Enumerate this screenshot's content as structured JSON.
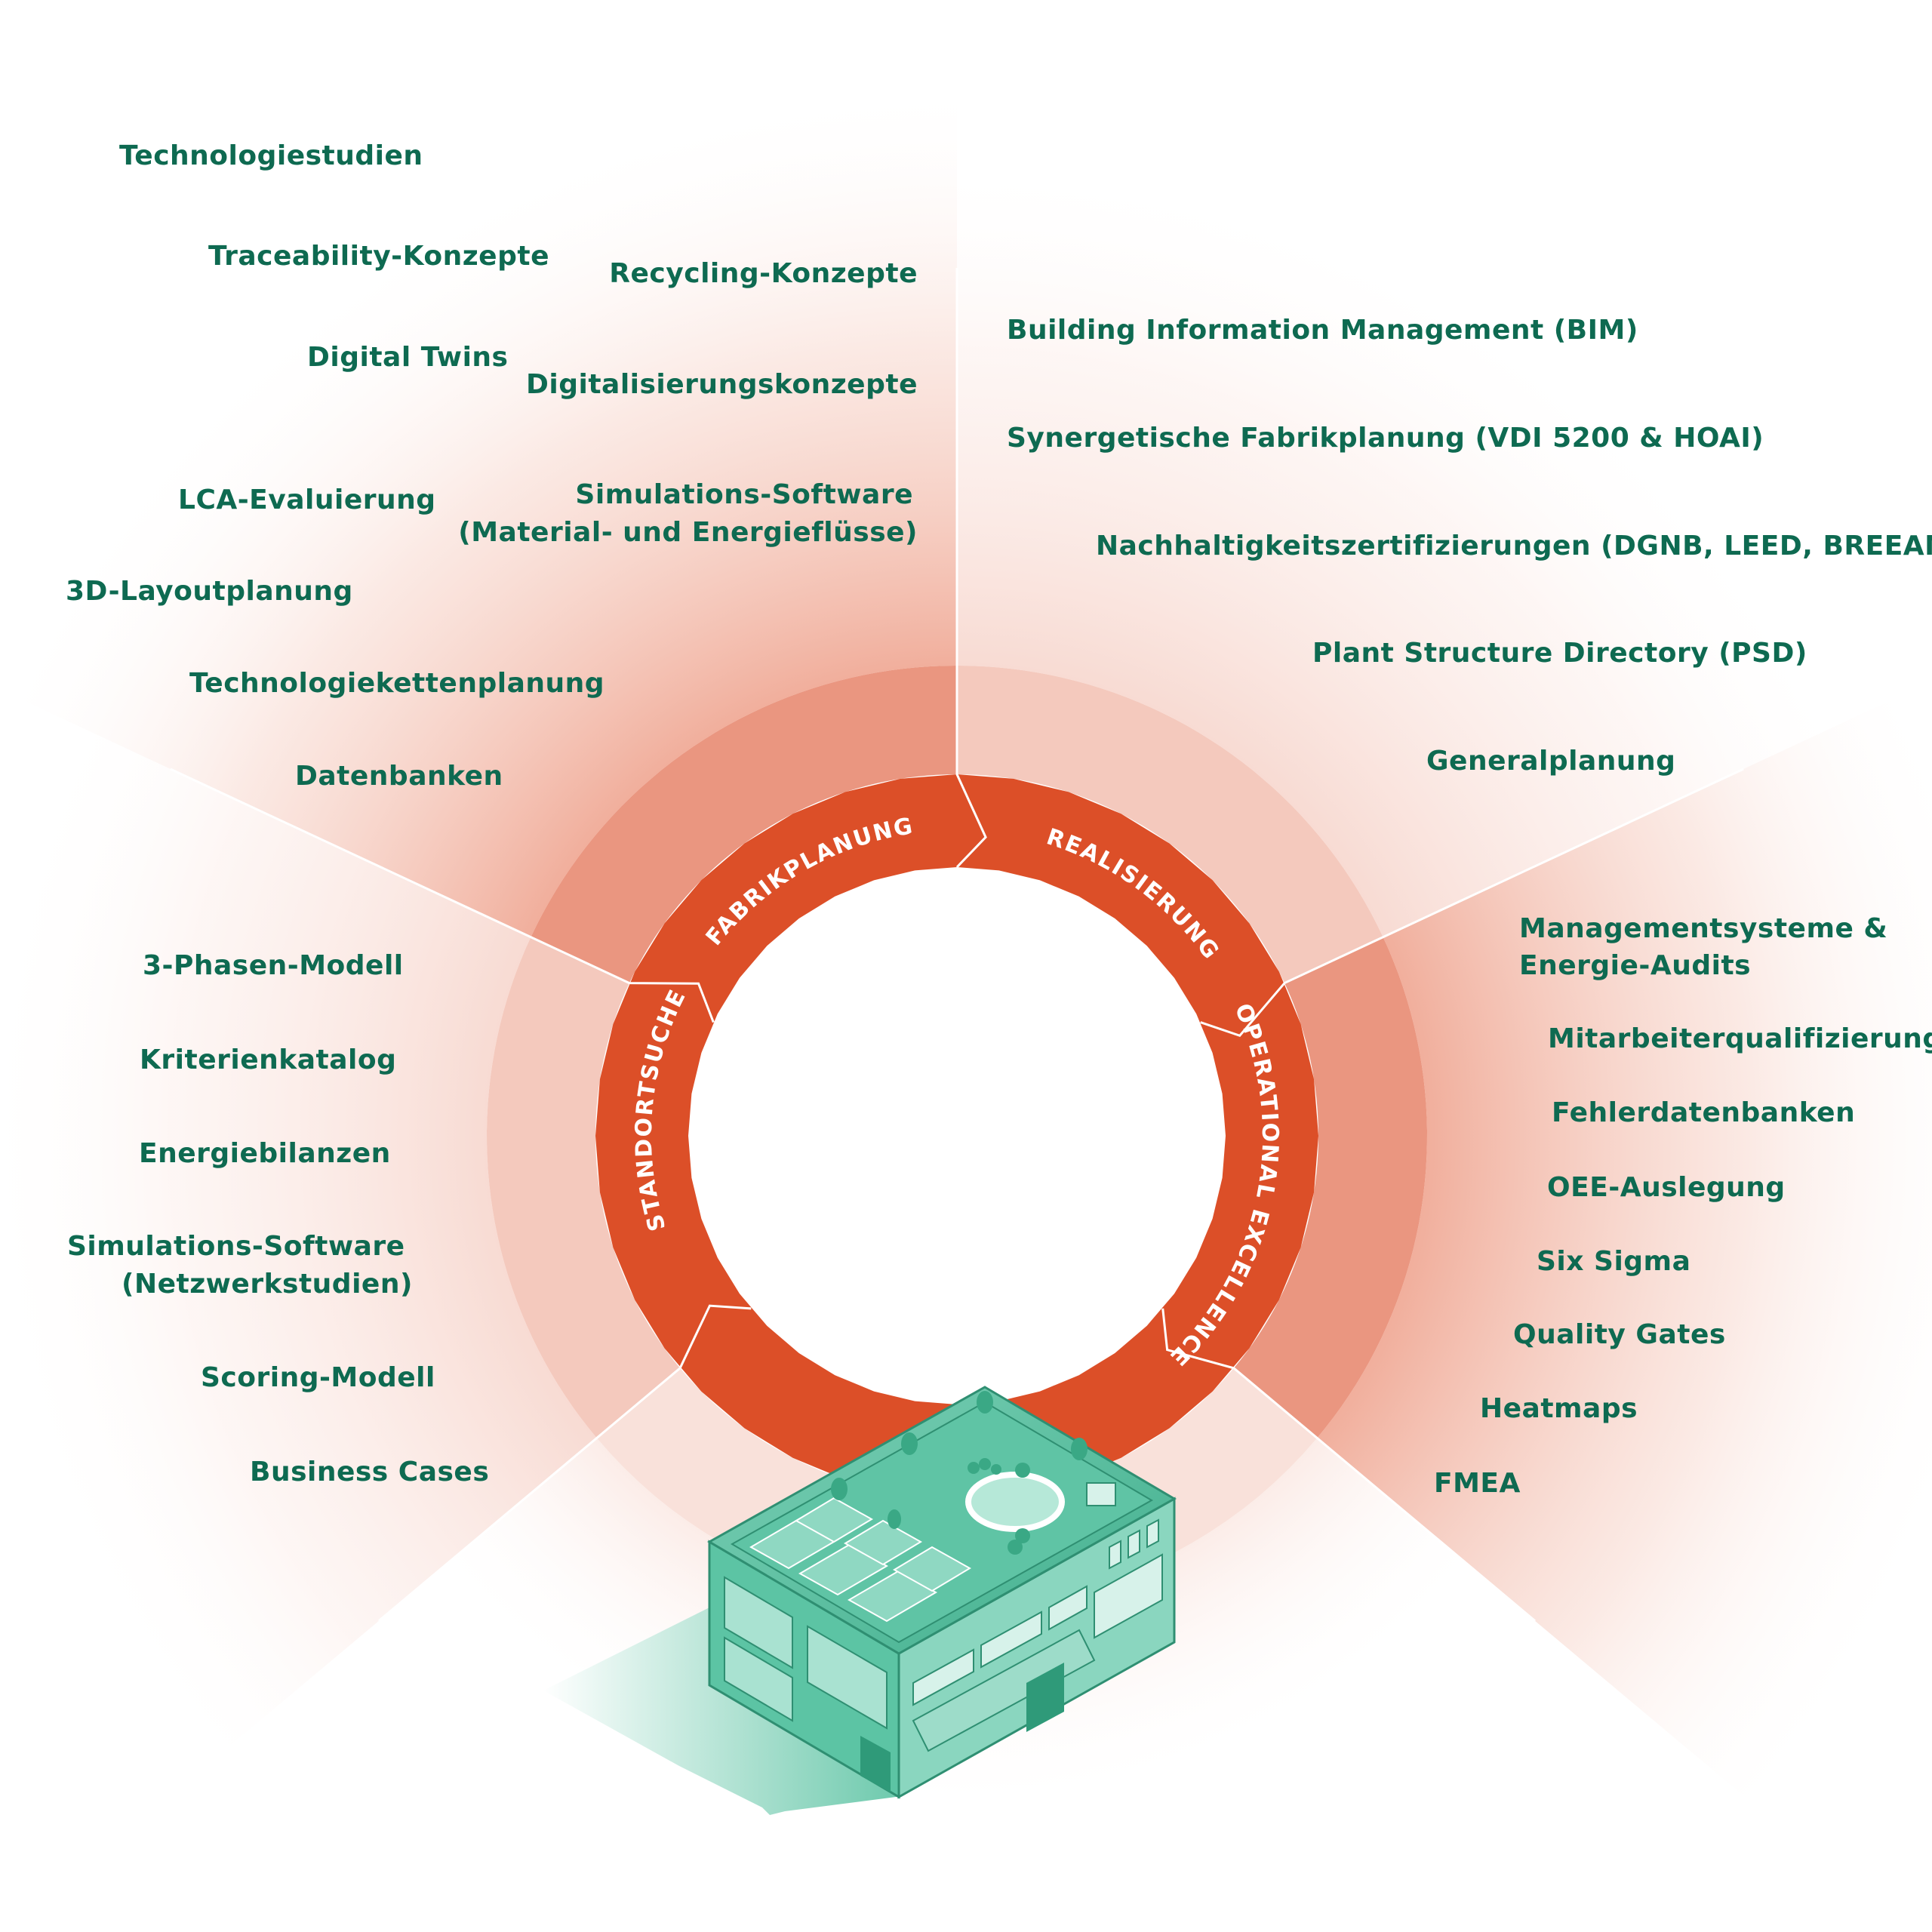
{
  "colors": {
    "ring": "#dc4f28",
    "mid_dark": "#ea9680",
    "mid_light": "#f4c9bd",
    "mid_bottom": "#f9e1da",
    "text": "#0e6a51",
    "building": "#4fbf9f"
  },
  "phases": {
    "standortsuche": "STANDORTSUCHE",
    "fabrikplanung": "FABRIKPLANUNG",
    "realisierung": "REALISIERUNG",
    "operational_excellence": "OPERATIONAL EXCELLENCE"
  },
  "fabrikplanung_left": [
    "Technologiestudien",
    "Traceability-Konzepte",
    "Digital Twins",
    "LCA-Evaluierung",
    "3D-Layoutplanung",
    "Technologiekettenplanung",
    "Datenbanken"
  ],
  "fabrikplanung_center": {
    "recycling": "Recycling-Konzepte",
    "digital": "Digitalisierungskonzepte",
    "sim_line1": "Simulations-Software",
    "sim_line2": "(Material- und Energieflüsse)"
  },
  "realisierung": [
    "Building Information Management (BIM)",
    "Synergetische Fabrikplanung (VDI 5200 & HOAI)",
    "Nachhaltigkeitszertifizierungen (DGNB, LEED, BREEAM)",
    "Plant Structure Directory (PSD)",
    "Generalplanung"
  ],
  "operational_excellence": {
    "mgmt_line1": "Managementsysteme &",
    "mgmt_line2": "Energie-Audits",
    "items": [
      "Mitarbeiterqualifizierung",
      "Fehlerdatenbanken",
      "OEE-Auslegung",
      "Six Sigma",
      "Quality Gates",
      "Heatmaps",
      "FMEA"
    ]
  },
  "standortsuche": {
    "items_top": [
      "3-Phasen-Modell",
      "Kriterienkatalog",
      "Energiebilanzen"
    ],
    "sim_line1": "Simulations-Software",
    "sim_line2": "(Netzwerkstudien)",
    "items_bottom": [
      "Scoring-Modell",
      "Business Cases"
    ]
  }
}
